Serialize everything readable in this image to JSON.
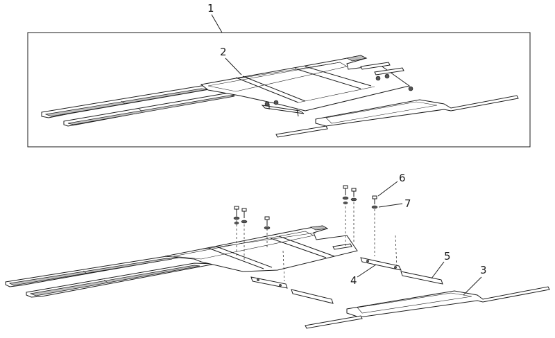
{
  "callouts": {
    "c1": "1",
    "c2": "2",
    "c3": "3",
    "c4": "4",
    "c5": "5",
    "c6": "6",
    "c7": "7"
  },
  "colors": {
    "line": "#1a1a1a",
    "background": "#ffffff",
    "shade": "#bdbdbd"
  }
}
